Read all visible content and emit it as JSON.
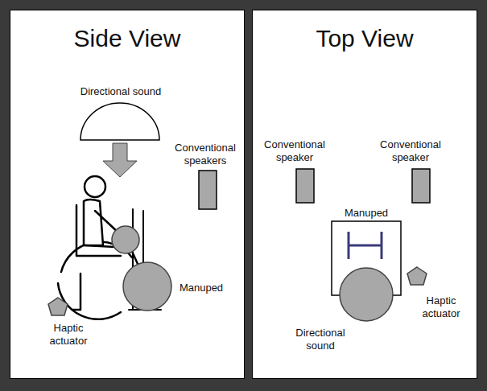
{
  "diagram": {
    "nodes": [
      {
        "text": [
          "Side View"
        ]
      },
      {
        "text": [
          "Top View"
        ]
      }
    ],
    "edges": [],
    "labels": [
      "Directional sound",
      "Conventional speakers",
      "Manuped",
      "Haptic actuator",
      "Conventional speaker",
      "Conventional speaker",
      "Manuped",
      "Directional sound",
      "Haptic actuator"
    ]
  }
}
